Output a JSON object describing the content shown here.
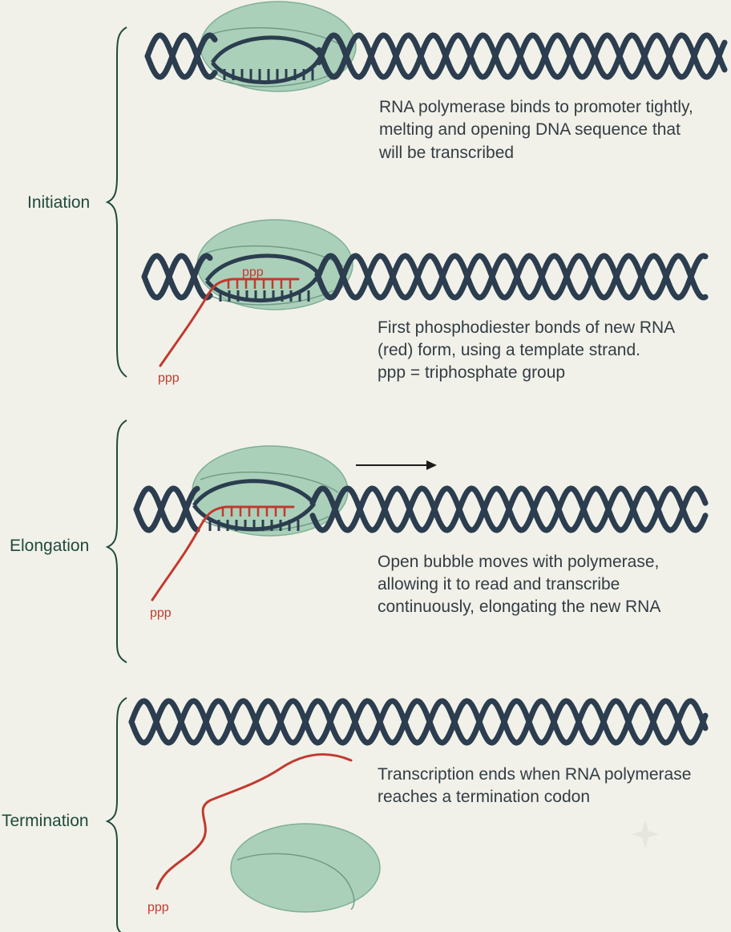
{
  "phases": {
    "initiation": "Initiation",
    "elongation": "Elongation",
    "termination": "Termination"
  },
  "captions": {
    "step1": [
      "RNA polymerase binds to promoter tightly,",
      "melting and opening DNA sequence that",
      "will be transcribed"
    ],
    "step2": [
      "First phosphodiester bonds of new RNA",
      "(red) form, using a template strand.",
      "ppp = triphosphate group"
    ],
    "step3": [
      "Open bubble moves with polymerase,",
      "allowing it to read and transcribe",
      "continuously, elongating the new RNA"
    ],
    "step4": [
      "Transcription ends when RNA polymerase",
      "reaches a termination codon"
    ]
  },
  "ppp_label": "ppp",
  "colors": {
    "background": "#f1f1e9",
    "dna": "#2b3d4f",
    "rna": "#c23a2e",
    "polymerase": "#93c4a9",
    "label": "#1f4a3c"
  }
}
